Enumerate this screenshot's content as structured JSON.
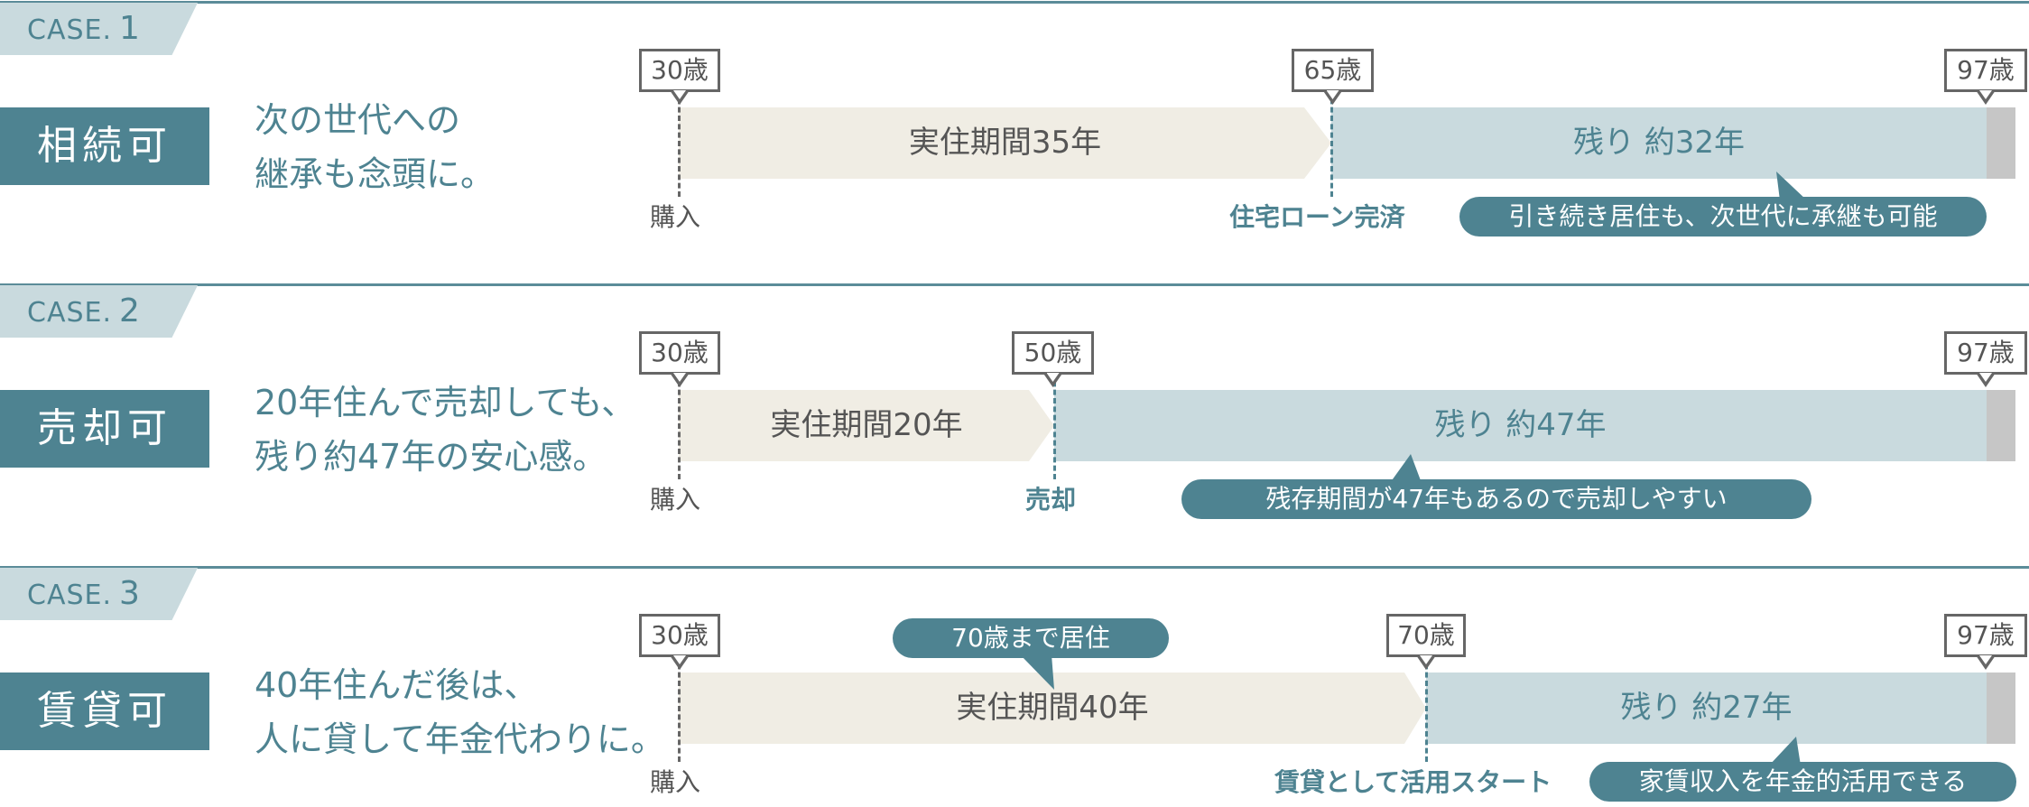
{
  "colors": {
    "accent": "#4e8391",
    "light_blue": "#c9dade",
    "beige": "#f0ede4",
    "gray": "#c6c6c6"
  },
  "cases": [
    {
      "case_label": "CASE.",
      "case_number": "1",
      "badge": "相続可",
      "desc": [
        "次の世代への",
        "継承も念頭に。"
      ],
      "ages": [
        "30歳",
        "65歳",
        "97歳"
      ],
      "bar1_label": "実住期間35年",
      "bar2_label": "残り 約32年",
      "start_label": "購入",
      "mid_label": "住宅ローン完済",
      "callout": "引き続き居住も、次世代に承継も可能"
    },
    {
      "case_label": "CASE.",
      "case_number": "2",
      "badge": "売却可",
      "desc": [
        "20年住んで売却しても、",
        "残り約47年の安心感。"
      ],
      "ages": [
        "30歳",
        "50歳",
        "97歳"
      ],
      "bar1_label": "実住期間20年",
      "bar2_label": "残り 約47年",
      "start_label": "購入",
      "mid_label": "売却",
      "callout": "残存期間が47年もあるので売却しやすい"
    },
    {
      "case_label": "CASE.",
      "case_number": "3",
      "badge": "賃貸可",
      "desc": [
        "40年住んだ後は、",
        "人に貸して年金代わりに。"
      ],
      "ages": [
        "30歳",
        "70歳",
        "97歳"
      ],
      "bar1_label": "実住期間40年",
      "bar2_label": "残り 約27年",
      "start_label": "購入",
      "mid_label": "賃貸として活用スタート",
      "callout": "家賃収入を年金的活用できる",
      "top_callout": "70歳まで居住"
    }
  ]
}
